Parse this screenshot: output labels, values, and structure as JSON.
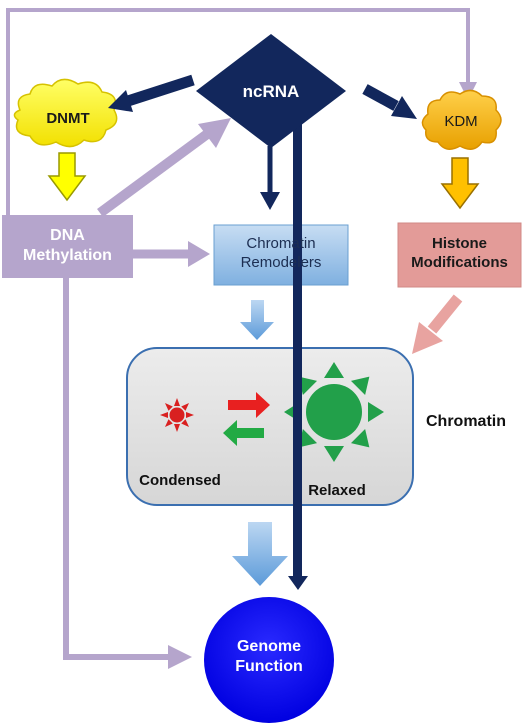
{
  "nodes": {
    "ncrna": "ncRNA",
    "dnmt": "DNMT",
    "kdm": "KDM",
    "dna_methylation": {
      "line1": "DNA",
      "line2": "Methylation"
    },
    "chromatin_remodelers": {
      "line1": "Chromatin",
      "line2": "Remodelers"
    },
    "histone_modifications": {
      "line1": "Histone",
      "line2": "Modifications"
    },
    "chromatin": "Chromatin",
    "condensed": "Condensed",
    "relaxed": "Relaxed",
    "genome_function": {
      "line1": "Genome",
      "line2": "Function"
    }
  },
  "colors": {
    "navy": "#12275c",
    "lavender": "#b5a5cc",
    "dnmt_fill": "#ffff00",
    "kdm_fill": "#ffc000",
    "remodelers_fill": "#9dc3e6",
    "histone_fill": "#e39b98",
    "chromatin_fill": "#e4e4e4",
    "genome_fill": "#0000ff",
    "condensed_star": "#d92020",
    "relaxed_star": "#22a04a"
  }
}
